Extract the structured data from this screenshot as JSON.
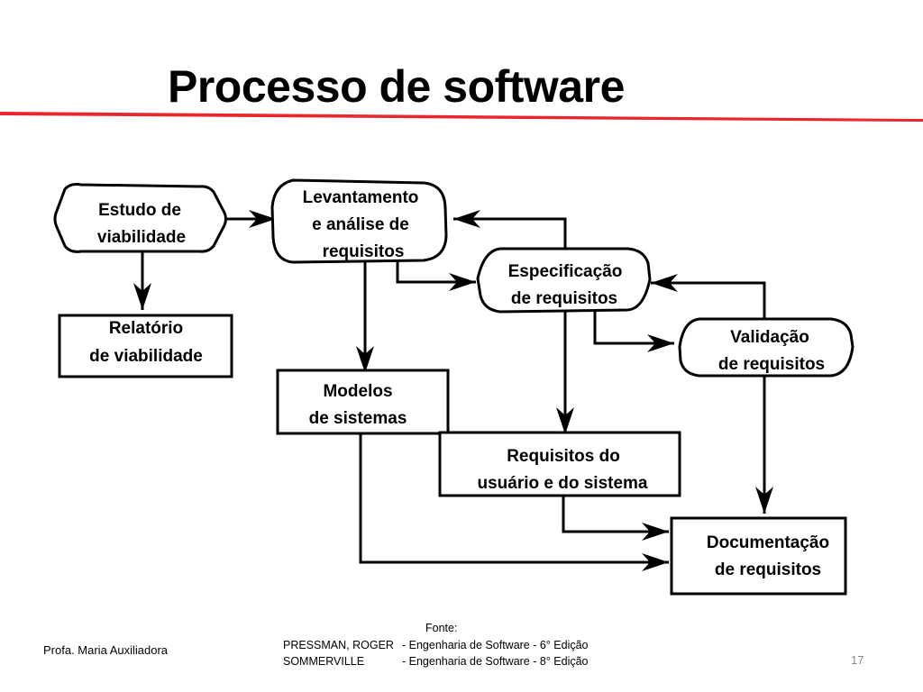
{
  "slide": {
    "title": "Processo de software",
    "accent_color": "#e8262b",
    "page_number": "17"
  },
  "diagram": {
    "nodes": {
      "estudo": [
        "Estudo de",
        "viabilidade"
      ],
      "levantamento": [
        "Levantamento",
        "e análise de",
        "requisitos"
      ],
      "especificacao": [
        "Especificação",
        "de requisitos"
      ],
      "validacao": [
        "Validação",
        "de requisitos"
      ],
      "relatorio": [
        "Relatório",
        "de viabilidade"
      ],
      "modelos": [
        "Modelos",
        "de sistemas"
      ],
      "requisitos_usuario": [
        "Requisitos do",
        "usuário e do sistema"
      ],
      "documentacao": [
        "Documentação",
        "de requisitos"
      ]
    },
    "edges": [
      {
        "from": "estudo",
        "to": "levantamento"
      },
      {
        "from": "estudo",
        "to": "relatorio"
      },
      {
        "from": "levantamento",
        "to": "especificacao"
      },
      {
        "from": "levantamento",
        "to": "modelos"
      },
      {
        "from": "especificacao",
        "to": "levantamento"
      },
      {
        "from": "especificacao",
        "to": "validacao"
      },
      {
        "from": "especificacao",
        "to": "requisitos_usuario"
      },
      {
        "from": "validacao",
        "to": "especificacao"
      },
      {
        "from": "validacao",
        "to": "documentacao"
      },
      {
        "from": "modelos",
        "to": "documentacao"
      },
      {
        "from": "requisitos_usuario",
        "to": "documentacao"
      }
    ]
  },
  "footer": {
    "author": "Profa. Maria Auxiliadora",
    "source_title": "Fonte:",
    "sources": [
      {
        "author": "PRESSMAN, ROGER",
        "text": "- Engenharia de Software  - 6° Edição"
      },
      {
        "author": "SOMMERVILLE",
        "text": "- Engenharia de Software  - 8° Edição"
      }
    ]
  }
}
